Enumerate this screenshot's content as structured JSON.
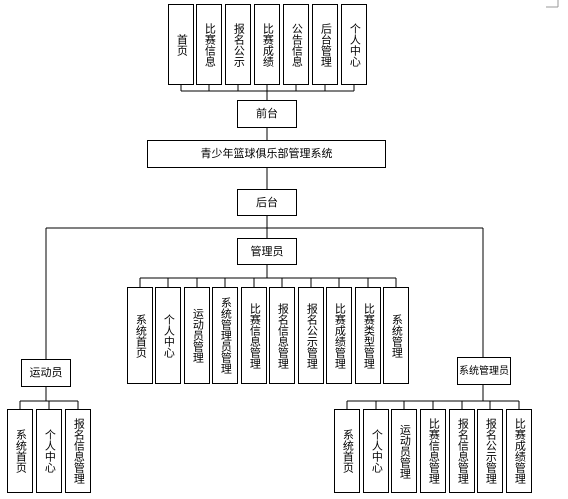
{
  "frontend_modules": [
    "首页",
    "比赛信息",
    "报名公示",
    "比赛成绩",
    "公告信息",
    "后台管理",
    "个人中心"
  ],
  "frontend": "前台",
  "system": "青少年篮球俱乐部管理系统",
  "backend": "后台",
  "admin": "管理员",
  "admin_modules": [
    "系统首页",
    "个人中心",
    "运动员管理",
    "系统管理员管理",
    "比赛信息管理",
    "报名信息管理",
    "报名公示管理",
    "比赛成绩管理",
    "比赛类型管理",
    "系统管理"
  ],
  "athlete": "运动员",
  "athlete_modules": [
    "系统首页",
    "个人中心",
    "报名信息管理"
  ],
  "sys_admin": "系统管理员",
  "sys_admin_modules": [
    "系统首页",
    "个人中心",
    "运动员管理",
    "比赛信息管理",
    "报名信息管理",
    "报名公示管理",
    "比赛成绩管理"
  ]
}
